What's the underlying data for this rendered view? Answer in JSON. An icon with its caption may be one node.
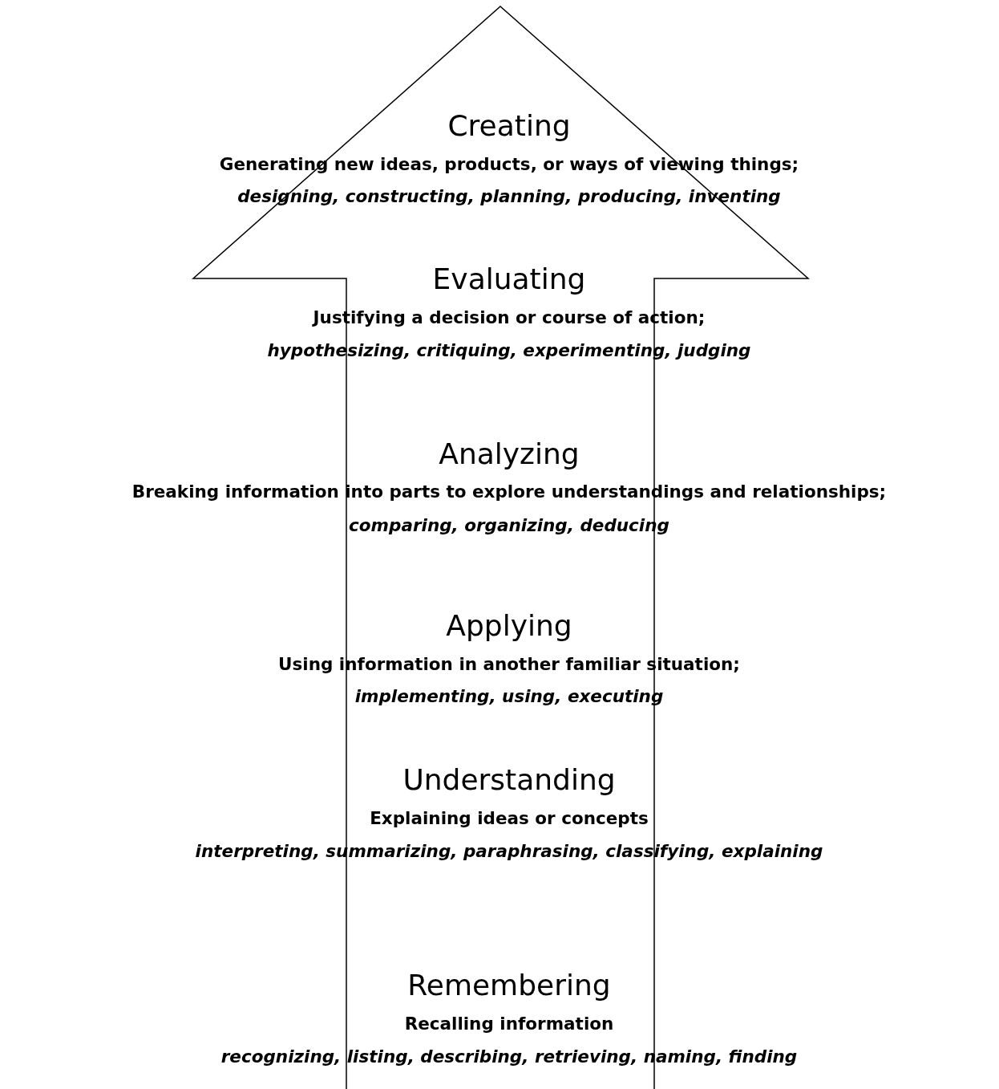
{
  "diagram": {
    "labels": [
      "Creating",
      "Generating new ideas, products, or ways of viewing things;",
      "designing, constructing, planning, producing, inventing",
      "Evaluating",
      "Justifying a decision or course of action;",
      "hypothesizing, critiquing, experimenting, judging",
      "Analyzing",
      "Breaking information into parts to explore understandings and relationships;",
      "comparing, organizing, deducing",
      "Applying",
      "Using information in another familiar situation;",
      "implementing, using, executing",
      "Understanding",
      "Explaining ideas or concepts",
      "interpreting, summarizing, paraphrasing, classifying, explaining",
      "Remembering",
      "Recalling information",
      "recognizing, listing, describing, retrieving, naming, finding"
    ]
  }
}
